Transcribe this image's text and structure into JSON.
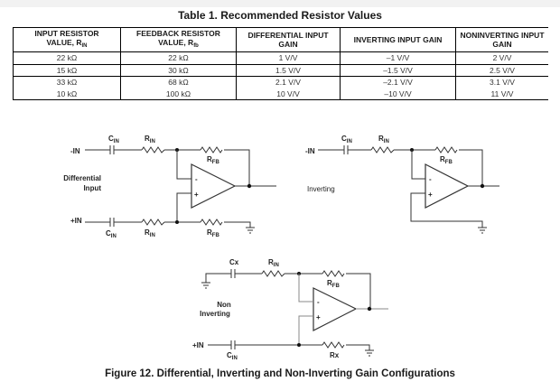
{
  "table": {
    "title": "Table 1. Recommended Resistor Values",
    "headers": [
      {
        "line1": "INPUT RESISTOR",
        "line2": "VALUE, R",
        "sub": "IN"
      },
      {
        "line1": "FEEDBACK RESISTOR",
        "line2": "VALUE, R",
        "sub": "fb"
      },
      {
        "line1": "DIFFERENTIAL INPUT",
        "line2": "GAIN",
        "sub": ""
      },
      {
        "line1": "INVERTING INPUT GAIN",
        "line2": "",
        "sub": ""
      },
      {
        "line1": "NONINVERTING INPUT",
        "line2": "GAIN",
        "sub": ""
      }
    ],
    "rows": [
      [
        "22 kΩ",
        "22 kΩ",
        "1 V/V",
        "–1 V/V",
        "2 V/V"
      ],
      [
        "15 kΩ",
        "30 kΩ",
        "1.5 V/V",
        "–1.5 V/V",
        "2.5 V/V"
      ],
      [
        "33 kΩ",
        "68 kΩ",
        "2.1 V/V",
        "–2.1 V/V",
        "3.1 V/V"
      ],
      [
        "10 kΩ",
        "100 kΩ",
        "10 V/V",
        "–10 V/V",
        "11 V/V"
      ]
    ]
  },
  "figure": {
    "caption": "Figure 12.  Differential, Inverting and Non-Inverting Gain Configurations",
    "differential": {
      "title_line1": "Differential",
      "title_line2": "Input",
      "neg_input": "-IN",
      "pos_input": "+IN",
      "cap": "C",
      "cap_sub": "IN",
      "rin": "R",
      "rin_sub": "IN",
      "rfb": "R",
      "rfb_sub": "FB",
      "minus": "-",
      "plus": "+"
    },
    "inverting": {
      "title": "Inverting",
      "neg_input": "-IN",
      "cap": "C",
      "cap_sub": "IN",
      "rin": "R",
      "rin_sub": "IN",
      "rfb": "R",
      "rfb_sub": "FB",
      "minus": "-",
      "plus": "+"
    },
    "noninverting": {
      "title_line1": "Non",
      "title_line2": "Inverting",
      "pos_input": "+IN",
      "cx": "Cx",
      "cap": "C",
      "cap_sub": "IN",
      "rin": "R",
      "rin_sub": "IN",
      "rfb": "R",
      "rfb_sub": "FB",
      "rx": "Rx",
      "minus": "-",
      "plus": "+"
    }
  }
}
